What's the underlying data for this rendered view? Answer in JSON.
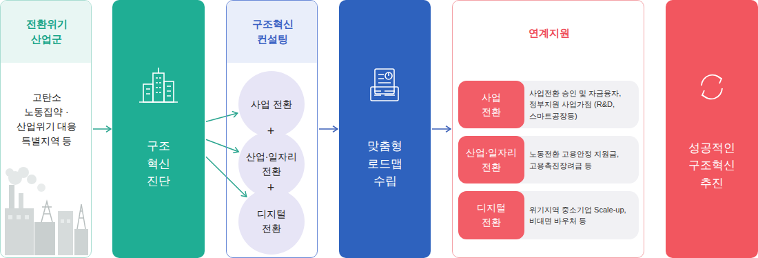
{
  "diagram": {
    "nodes": [
      {
        "text": [
          "전환위기 산업군",
          "고탄소 노동집약 · 산업위기 대응 특별지역 등"
        ]
      },
      {
        "text": [
          "구조 혁신 진단"
        ]
      },
      {
        "text": [
          "구조혁신 컨설팅"
        ]
      },
      {
        "text": [
          "사업 전환"
        ],
        "in": 2
      },
      {
        "text": [
          "산업·일자리 전환"
        ],
        "in": 2
      },
      {
        "text": [
          "디지털 전환"
        ],
        "in": 2
      },
      {
        "text": [
          "맞춤형 로드맵 수립"
        ]
      },
      {
        "text": [
          "연계지원"
        ]
      },
      {
        "text": [
          "사업전환 승인 및 자금융자, 정부지원 사업가점 (R&D, 스마트공장등)"
        ],
        "in": 7
      },
      {
        "text": [
          "사업 전환"
        ],
        "in": 8
      },
      {
        "text": [
          "노동전환 고용안정 지원금, 고용촉진장려금 등"
        ],
        "in": 7
      },
      {
        "text": [
          "산업·일자리 전환"
        ],
        "in": 10
      },
      {
        "text": [
          "위기지역 중소기업 Scale-up, 비대면 바우처 등"
        ],
        "in": 7
      },
      {
        "text": [
          "디지털 전환"
        ],
        "in": 12
      },
      {
        "text": [
          "성공적인 구조혁신 추진"
        ]
      }
    ],
    "edges": [
      {
        "from": 0,
        "to": 1,
        "arrow": "to"
      },
      {
        "from": 1,
        "to": 3,
        "arrow": "to"
      },
      {
        "from": 1,
        "to": 4,
        "arrow": "to"
      },
      {
        "from": 1,
        "to": 5,
        "arrow": "to"
      },
      {
        "from": 2,
        "to": 6,
        "arrow": "to"
      },
      {
        "from": 6,
        "to": 7,
        "arrow": "to"
      }
    ],
    "labels": [
      "+",
      "+"
    ]
  }
}
